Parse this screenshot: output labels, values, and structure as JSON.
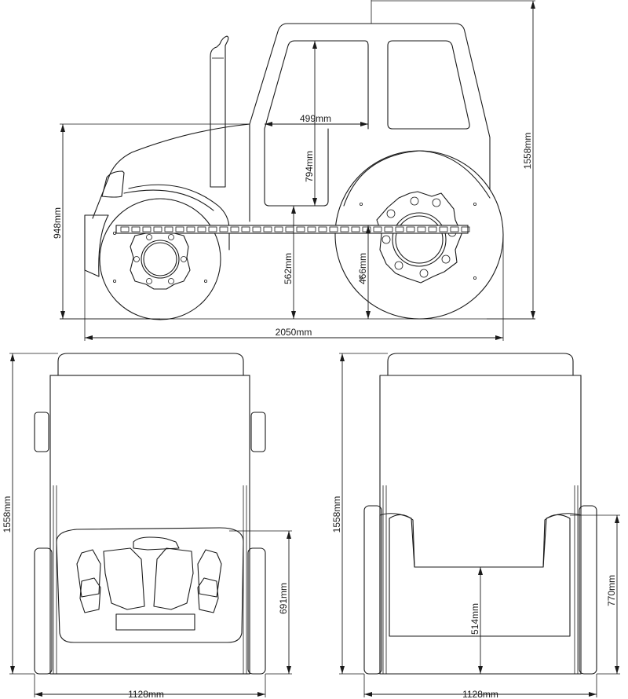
{
  "drawing": {
    "side_view": {
      "cab_door_width": "499mm",
      "door_height": "794mm",
      "total_height": "1558mm",
      "hood_height": "948mm",
      "platform_height": "562mm",
      "rear_axle_height": "466mm",
      "total_length": "2050mm"
    },
    "front_view": {
      "height": "1558mm",
      "grille_height": "691mm",
      "width": "1128mm"
    },
    "rear_view": {
      "height": "1558mm",
      "side_height": "770mm",
      "bed_height": "514mm",
      "width": "1128mm"
    }
  }
}
